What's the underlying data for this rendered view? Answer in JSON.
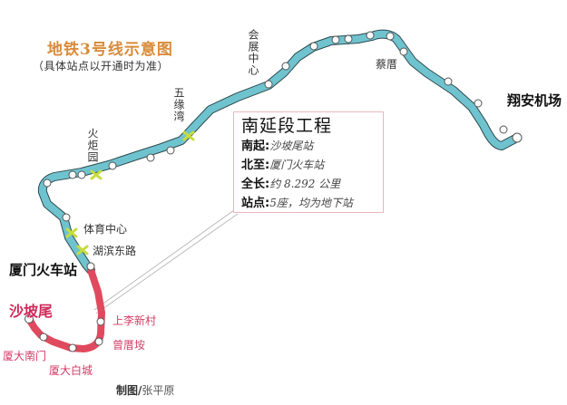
{
  "header": {
    "title": "地铁3号线示意图",
    "subtitle": "（具体站点以开通时为准）"
  },
  "colors": {
    "line_north": "#6fc3cf",
    "line_south": "#e04a5e",
    "transfer_marker": "#c8dc3c",
    "title": "#d98b3a",
    "south_label": "#d23c66",
    "infobox_border": "#e8b8bd"
  },
  "stations_north": {
    "airport": "翔安机场",
    "caicuo": "蔡厝",
    "huizhan": "会展中心",
    "wuyuanwan": "五缘湾",
    "huojuyuan": "火炬园",
    "tiyu": "体育中心",
    "hubin": "湖滨东路",
    "railway": "厦门火车站"
  },
  "stations_south": {
    "terminus": "沙坡尾",
    "shangli": "上李新村",
    "zengcuoan": "曾厝垵",
    "xiada_nanmen": "厦大南门",
    "xiada_baicheng": "厦大白城"
  },
  "infobox": {
    "title": "南延段工程",
    "rows": [
      {
        "key": "南起:",
        "value": "沙坡尾站"
      },
      {
        "key": "北至:",
        "value": "厦门火车站"
      },
      {
        "key": "全长:",
        "value": "约 8.292 公里"
      },
      {
        "key": "站点:",
        "value": "5座，均为地下站"
      }
    ]
  },
  "credit": {
    "label": "制图/",
    "author": "张平原"
  }
}
